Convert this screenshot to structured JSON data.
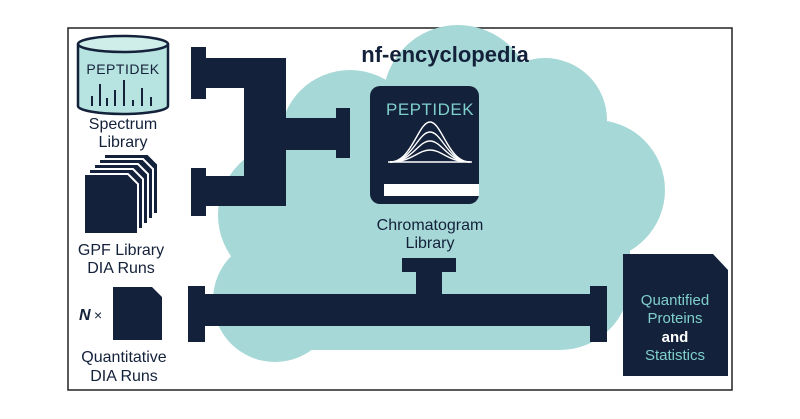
{
  "title": "nf-encyclopedia",
  "spectrum_library": {
    "brand": "PEPTIDEK",
    "label_line1": "Spectrum",
    "label_line2": "Library"
  },
  "gpf_library": {
    "label_line1": "GPF Library",
    "label_line2": "DIA Runs"
  },
  "quantitative_runs": {
    "multiplier_n": "N",
    "multiplier_x": "×",
    "label_line1": "Quantitative",
    "label_line2": "DIA Runs"
  },
  "chromatogram_library": {
    "brand": "PEPTIDEK",
    "label_line1": "Chromatogram",
    "label_line2": "Library"
  },
  "output": {
    "line1": "Quantified",
    "line2": "Proteins",
    "line3": "and",
    "line4": "Statistics"
  },
  "colors": {
    "navy": "#14213a",
    "cloud": "#a5d8d6",
    "cylinder_fill": "#b7e4e0",
    "accent_text": "#7fd0cc",
    "frame": "#222222"
  }
}
